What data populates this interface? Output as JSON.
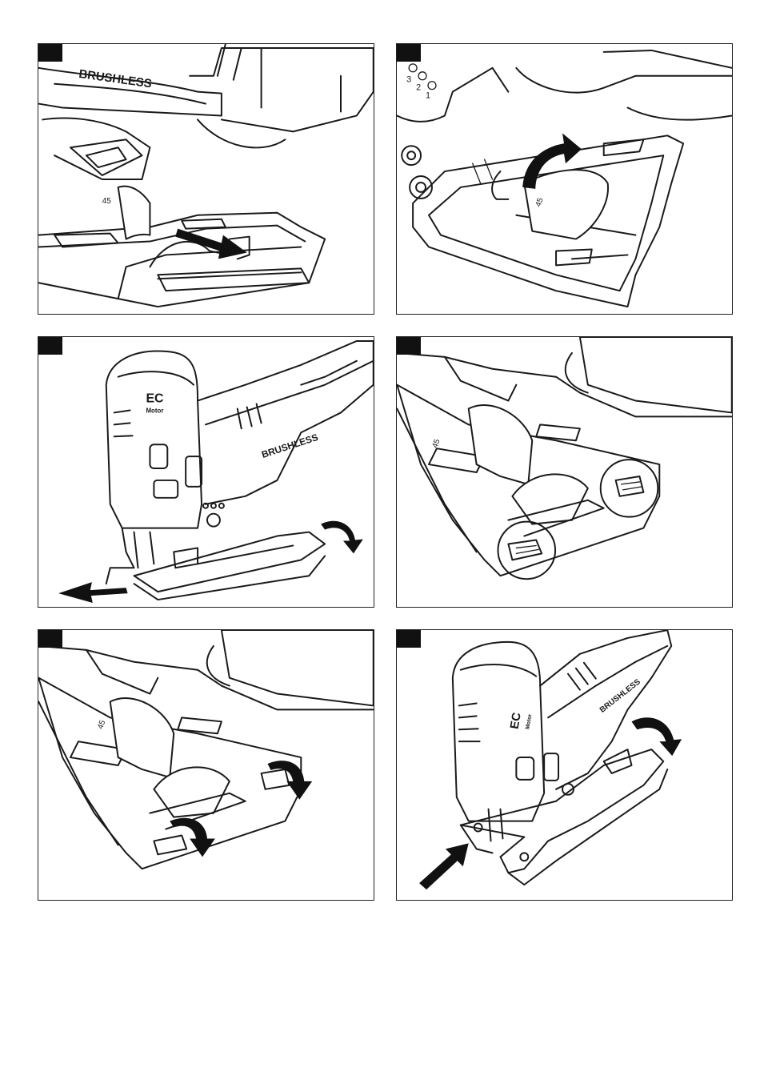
{
  "panels": [
    {
      "id": "p1",
      "labels": {
        "brand": "BRUSHLESS"
      }
    },
    {
      "id": "p2",
      "labels": {
        "scale_3": "3",
        "scale_2": "2",
        "scale_1": "1",
        "angle": "45"
      }
    },
    {
      "id": "p3",
      "labels": {
        "motor_top": "EC",
        "motor_sub": "Motor",
        "brand": "BRUSHLESS"
      }
    },
    {
      "id": "p4",
      "labels": {
        "angle": "45"
      }
    },
    {
      "id": "p5",
      "labels": {
        "angle": "45"
      }
    },
    {
      "id": "p6",
      "labels": {
        "motor_top": "EC",
        "motor_sub": "Motor",
        "brand": "BRUSHLESS"
      }
    }
  ],
  "colors": {
    "line": "#1a1a1a",
    "tag": "#111111",
    "background": "#ffffff"
  },
  "icons": [
    "arrow-right-icon",
    "curved-arrow-icon",
    "arrow-left-icon",
    "rotate-arrow-icon",
    "push-arrow-icon",
    "detail-circle-icon"
  ]
}
